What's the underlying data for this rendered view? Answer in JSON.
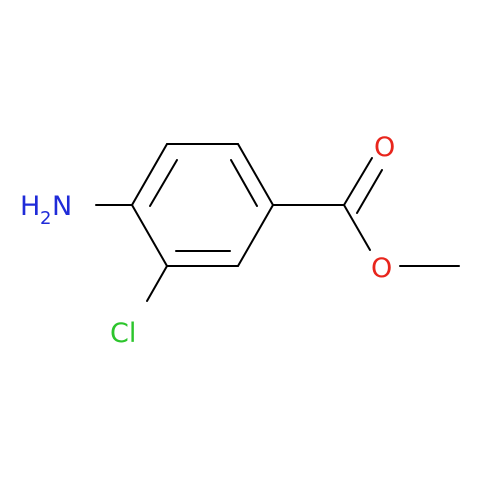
{
  "molecule": {
    "atoms": [
      {
        "id": "n",
        "element": "N",
        "label": "N",
        "h_prefix": "H",
        "h_count": "2",
        "color": "#1f2bd8"
      },
      {
        "id": "cl",
        "element": "Cl",
        "label": "Cl",
        "color": "#2cc52c"
      },
      {
        "id": "o_carbonyl",
        "element": "O",
        "label": "O",
        "color": "#e8251c"
      },
      {
        "id": "o_ester",
        "element": "O",
        "label": "O",
        "color": "#e8251c"
      }
    ],
    "bond_color": "#000000"
  }
}
